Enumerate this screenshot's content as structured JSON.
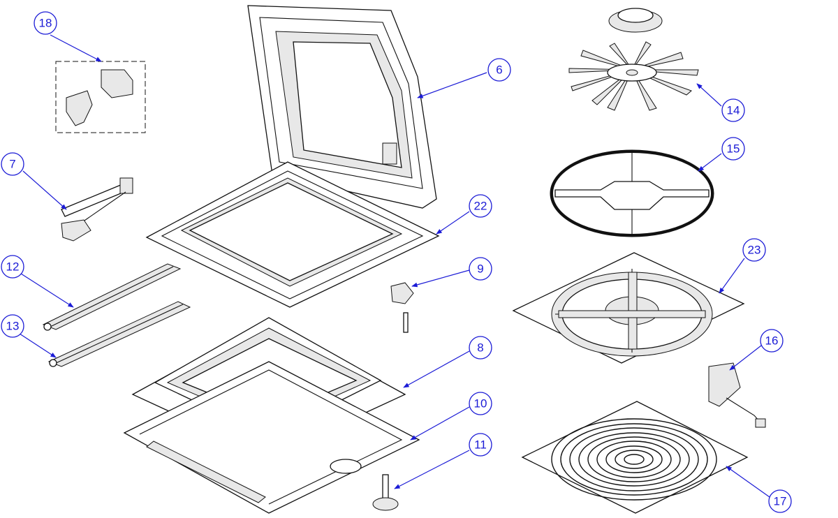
{
  "diagram": {
    "type": "exploded-parts-view",
    "callouts": [
      {
        "id": "c18",
        "label": "18"
      },
      {
        "id": "c6",
        "label": "6"
      },
      {
        "id": "c14",
        "label": "14"
      },
      {
        "id": "c7",
        "label": "7"
      },
      {
        "id": "c15",
        "label": "15"
      },
      {
        "id": "c22",
        "label": "22"
      },
      {
        "id": "c12",
        "label": "12"
      },
      {
        "id": "c9",
        "label": "9"
      },
      {
        "id": "c23",
        "label": "23"
      },
      {
        "id": "c13",
        "label": "13"
      },
      {
        "id": "c8",
        "label": "8"
      },
      {
        "id": "c16",
        "label": "16"
      },
      {
        "id": "c10",
        "label": "10"
      },
      {
        "id": "c11",
        "label": "11"
      },
      {
        "id": "c17",
        "label": "17"
      }
    ],
    "colors": {
      "callout": "#1b1bd6",
      "line": "#111111"
    }
  }
}
